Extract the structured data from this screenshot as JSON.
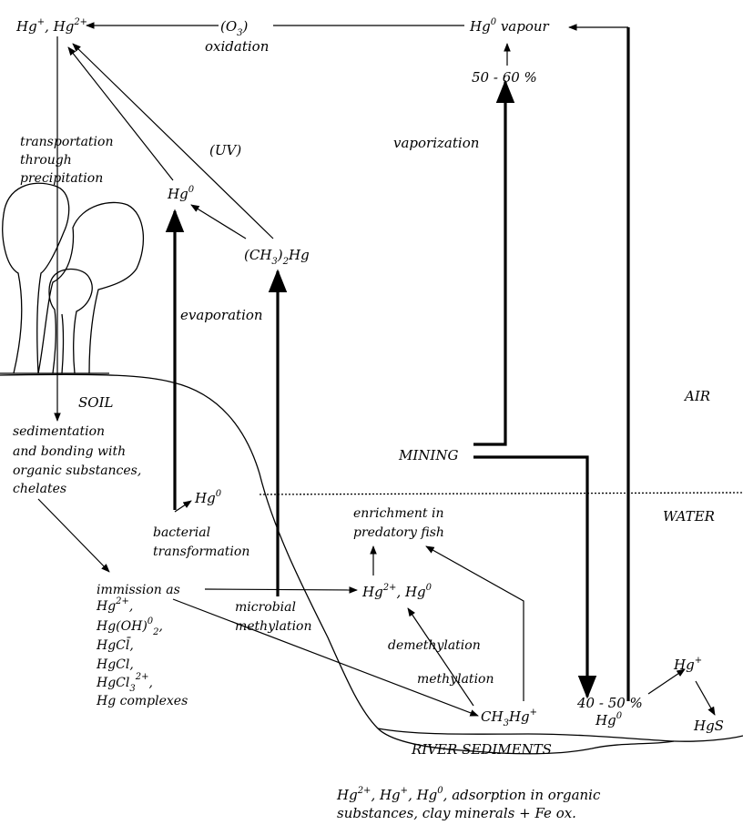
{
  "labels": {
    "hg_ions_top": [
      "Hg",
      "+",
      ", Hg",
      "2+"
    ],
    "o3": [
      "(O",
      "3",
      ")"
    ],
    "oxidation": "oxidation",
    "hg0_vapour": [
      "Hg",
      "0",
      " vapour"
    ],
    "pct_50_60": "50 - 60 %",
    "vaporization": "vaporization",
    "uv": "(UV)",
    "transport_line1": "transportation",
    "transport_line2": "through",
    "transport_line3": "precipitation",
    "hg0_upper": [
      "Hg",
      "0"
    ],
    "dimethyl": [
      "(CH",
      "3",
      ")",
      "2",
      "Hg"
    ],
    "evaporation": "evaporation",
    "soil": "SOIL",
    "air": "AIR",
    "sed_line1": "sedimentation",
    "sed_line2": "and bonding with",
    "sed_line3": "organic substances,",
    "sed_line4": "chelates",
    "mining": "MINING",
    "water": "WATER",
    "hg0_bact": [
      "Hg",
      "0"
    ],
    "bact_line1": "bacterial",
    "bact_line2": "transformation",
    "enrich_line1": "enrichment in",
    "enrich_line2": "predatory fish",
    "immission": "immission as",
    "imm_hg2": [
      "Hg",
      "2+",
      ","
    ],
    "imm_hgoh": [
      "Hg(OH)",
      "0",
      "2",
      ","
    ],
    "imm_hgcl_minus": "HgCl̄,",
    "imm_hgcl": "HgCl,",
    "imm_hgcl3": [
      "HgCl",
      "3",
      "2+",
      ","
    ],
    "imm_complexes": "Hg complexes",
    "micro_line1": "microbial",
    "micro_line2": "methylation",
    "hg2_hg0_mid": [
      "Hg",
      "2+",
      ", Hg",
      "0"
    ],
    "demethylation": "demethylation",
    "methylation": "methylation",
    "ch3hg": [
      "CH",
      "3",
      "Hg",
      "+"
    ],
    "pct_40_50": "40 - 50 %",
    "hg0_lower": [
      "Hg",
      "0"
    ],
    "hg_plus_right": [
      "Hg",
      "+"
    ],
    "hgs": "HgS",
    "river": "RIVER SEDIMENTS",
    "footer_line1": [
      "Hg",
      "2+",
      ", Hg",
      "+",
      ", Hg",
      "0",
      ", adsorption in organic"
    ],
    "footer_line2": "substances, clay minerals + Fe ox."
  }
}
